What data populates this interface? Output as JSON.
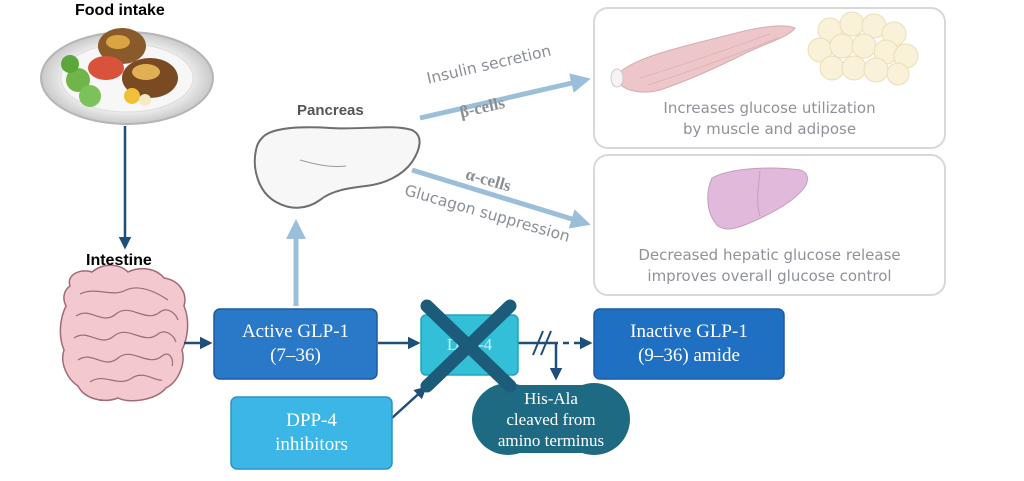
{
  "labels": {
    "food_intake": "Food intake",
    "intestine": "Intestine",
    "pancreas": "Pancreas"
  },
  "pathway": {
    "insulin_secretion": "Insulin secretion",
    "beta_cells": "β-cells",
    "alpha_cells": "α-cells",
    "glucagon_suppression": "Glucagon suppression"
  },
  "effects": {
    "muscle_adipose_line1": "Increases glucose utilization",
    "muscle_adipose_line2": "by muscle and adipose",
    "liver_line1": "Decreased hepatic glucose release",
    "liver_line2": "improves overall glucose control"
  },
  "boxes": {
    "active_line1": "Active GLP-1",
    "active_line2": "(7–36)",
    "dpp4": "DPP-4",
    "inactive_line1": "Inactive GLP-1",
    "inactive_line2": "(9–36) amide",
    "inhibitor_line1": "DPP-4",
    "inhibitor_line2": "inhibitors",
    "cleaved_line1": "His-Ala",
    "cleaved_line2": "cleaved from",
    "cleaved_line3": "amino terminus"
  },
  "colors": {
    "dark_arrow": "#1f4e79",
    "faded_arrow": "#9cbfd9",
    "active_box": "#2a78c8",
    "inhibitor_box": "#3cb6e6",
    "dpp4_box": "#34bfd8",
    "x_mark": "#1c5c7a",
    "cleaved_circle": "#1e6a82",
    "effect_border": "#d8d8d8"
  }
}
